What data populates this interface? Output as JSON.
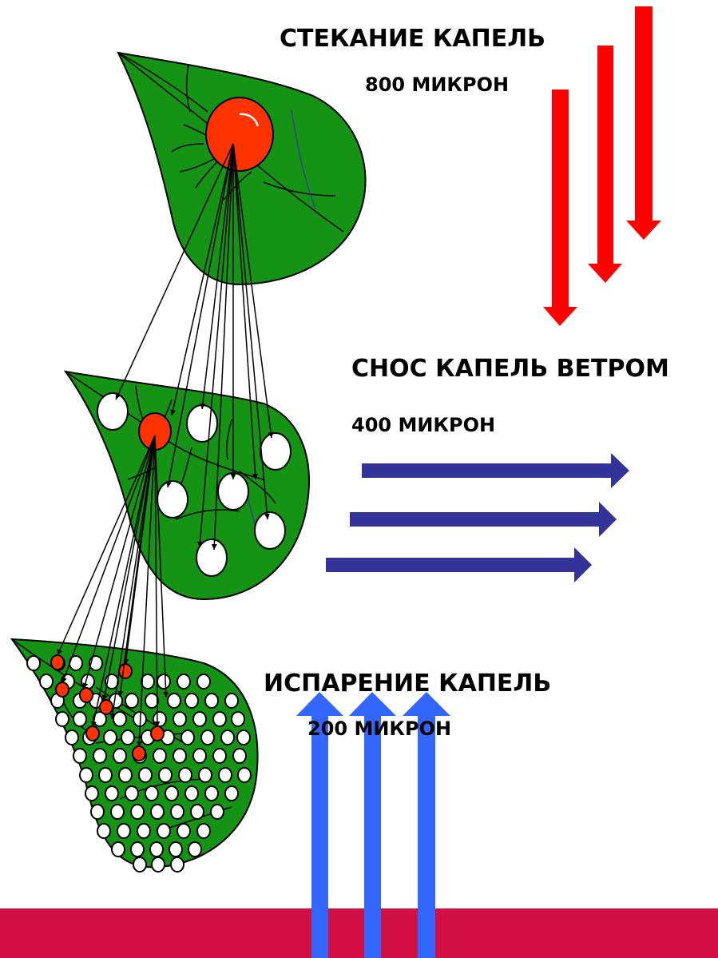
{
  "labels": {
    "runoff_title": "СТЕКАНИЕ КАПЕЛЬ",
    "runoff_size": "800 МИКРОН",
    "drift_title": "СНОС КАПЕЛЬ ВЕТРОМ",
    "drift_size": "400 МИКРОН",
    "evaporation_title": "ИСПАРЕНИЕ КАПЕЛЬ",
    "evaporation_size": "200 МИКРОН"
  },
  "colors": {
    "leaf_fill": "#149314",
    "large_drop": "#ff3300",
    "runoff_arrows": "#ff0000",
    "drift_arrows": "#333399",
    "evaporation_arrows": "#3366ff",
    "ground_band": "#d10f45",
    "small_drop": "#ffffff"
  }
}
